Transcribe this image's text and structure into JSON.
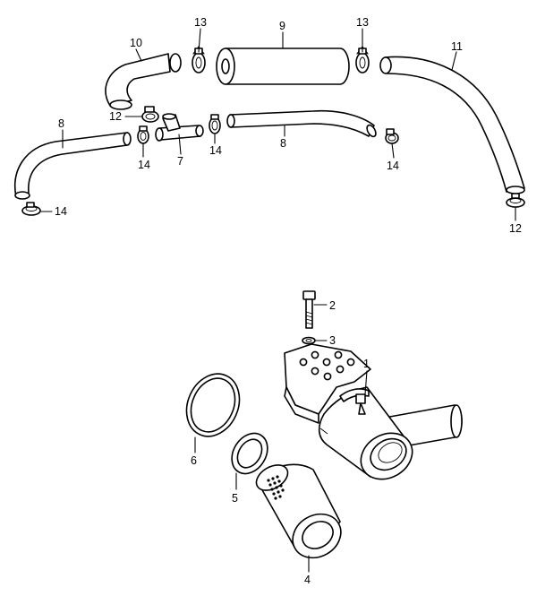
{
  "callouts": {
    "c1": "1",
    "c2": "2",
    "c3": "3",
    "c4": "4",
    "c5": "5",
    "c6": "6",
    "c7": "7",
    "c8a": "8",
    "c8b": "8",
    "c9": "9",
    "c10": "10",
    "c11": "11",
    "c12a": "12",
    "c12b": "12",
    "c13a": "13",
    "c13b": "13",
    "c14a": "14",
    "c14b": "14",
    "c14c": "14",
    "c14d": "14"
  }
}
